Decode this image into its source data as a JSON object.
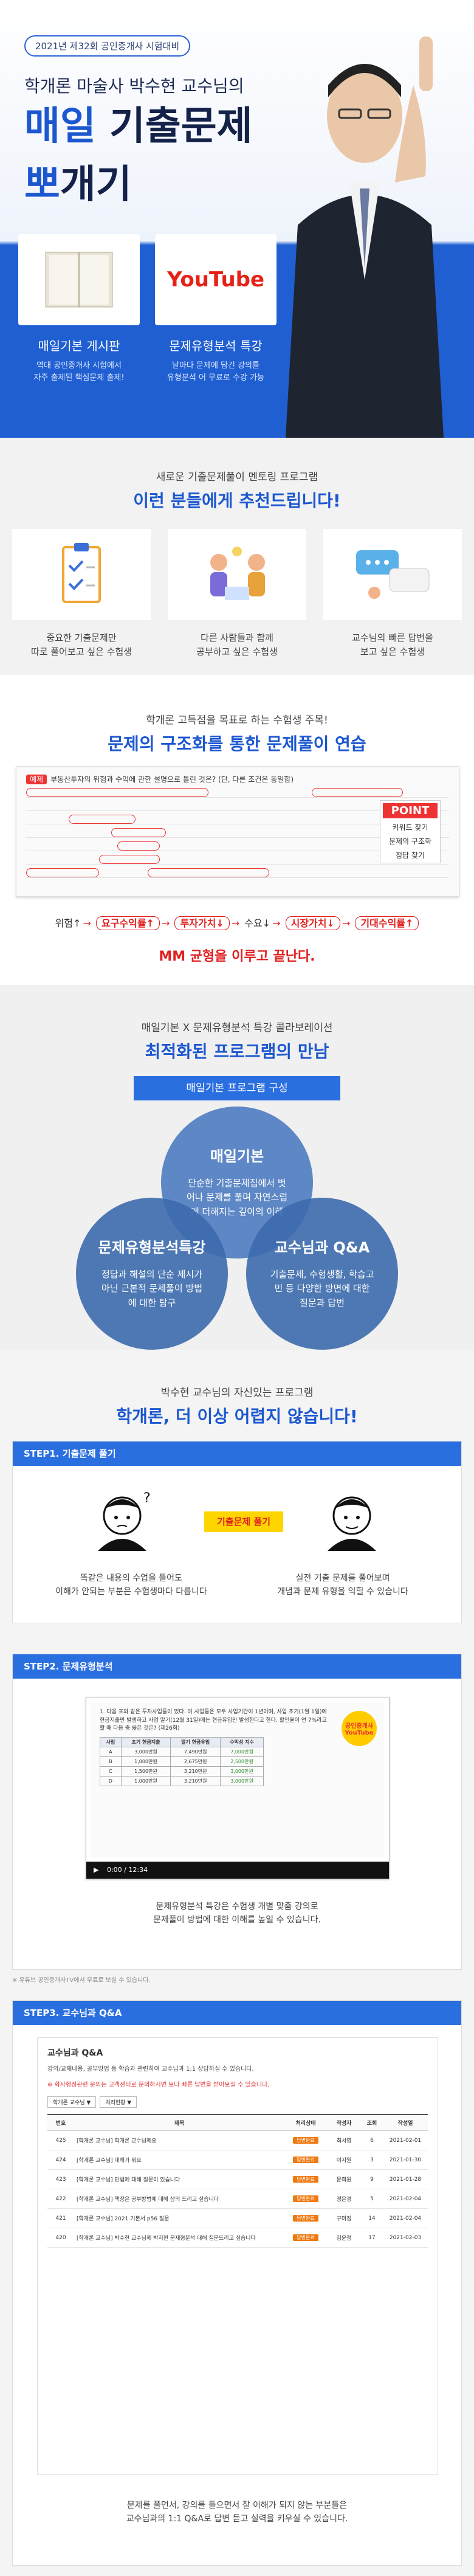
{
  "hero": {
    "badge": "2021년 제32회 공인중개사 시험대비",
    "subtitle": "학개론 마술사 박수현 교수님의",
    "title_line1_a": "매일 ",
    "title_line1_b": "기출문제",
    "title_line2_a": "뽀",
    "title_line2_b": "개기",
    "cards": [
      {
        "title": "매일기본 게시판",
        "desc": "역대 공인중개사 시험에서\n자주 출제된 핵심문제 출제!"
      },
      {
        "title": "문제유형분석 특강",
        "desc": "날마다 문제에 담긴 강의를\n유형분석 어 무료로 수강 가능"
      }
    ],
    "youtube_label": "YouTube"
  },
  "recommend": {
    "subtitle": "새로운 기출문제풀이 멘토링 프로그램",
    "title": "이런 분들에게 추천드립니다!",
    "items": [
      {
        "text": "중요한 기출문제만\n따로 풀어보고 싶은 수험생",
        "icon": "checklist-icon"
      },
      {
        "text": "다른 사람들과 함께\n공부하고 싶은 수험생",
        "icon": "study-group-icon"
      },
      {
        "text": "교수님의 빠른 답변을\n보고 싶은 수험생",
        "icon": "chat-icon"
      }
    ]
  },
  "structure": {
    "subtitle": "학개론 고득점을 목표로 하는 수험생 주목!",
    "title": "문제의 구조화를 통한 문제풀이 연습",
    "example_tag": "예제",
    "question": "부동산투자의 위험과 수익에 관한 설명으로 틀린 것은? (단, 다른 조건은 동일함)",
    "point_title": "POINT",
    "point_items": [
      "키워드 찾기",
      "문제의 구조화",
      "정답 찾기"
    ],
    "flow": {
      "w1": "위험↑",
      "r1": "요구수익률↑",
      "r2": "투자가치↓",
      "w2": "수요↓",
      "r3": "시장가치↓",
      "r4": "기대수익률↑"
    },
    "summary": "MM 균형을 이루고 끝난다."
  },
  "collab": {
    "subtitle": "매일기본 X 문제유형분석 특강 콜라보레이션",
    "title": "최적화된 프로그램의 만남",
    "banner": "매일기본 프로그램 구성",
    "circles": [
      {
        "title": "매일기본",
        "desc": "단순한 기출문제집에서 벗어나 문제를 풀며 자연스럽게 더해지는 깊이의 이해"
      },
      {
        "title": "문제유형분석특강",
        "desc": "정답과 해설의 단순 제시가 아닌 근본적 문제풀이 방법에 대한 탐구"
      },
      {
        "title": "교수님과 Q&A",
        "desc": "기출문제, 수험생활, 학습고민 등 다양한 방면에 대한 질문과 답변"
      }
    ]
  },
  "steps": {
    "subtitle": "박수현 교수님의 자신있는 프로그램",
    "title": "학개론, 더 이상 어렵지 않습니다!",
    "step1": {
      "head": "STEP1. 기출문제 풀기",
      "mid": "기출문제 풀기",
      "left_text": "똑같은 내용의 수업을 들어도\n이해가 안되는 부분은 수험생마다 다릅니다",
      "right_text": "실전 기출 문제를 풀어보며\n개념과 문제 유형을 익힐 수 있습니다"
    },
    "step2": {
      "head": "STEP2. 문제유형분석",
      "video_title": "1. 다음 표와 같은 투자사업들이 있다. 이 사업들은 모두 사업기간이 1년이며, 사업 초기(1월 1일)에 현금지출만 발생하고 사업 말기(12월 31일)에는 현금유입만 발생한다고 한다. 할인율이 연 7%라고 할 때 다음 중 옳은 것은? (제26회)",
      "table_headers": [
        "사업",
        "초기 현금지출",
        "말기 현금유입",
        "수익성 지수"
      ],
      "table_rows": [
        [
          "A",
          "3,000만원",
          "7,490만원",
          "7,000만원"
        ],
        [
          "B",
          "1,000만원",
          "2,675만원",
          "2,500만원"
        ],
        [
          "C",
          "1,500만원",
          "3,210만원",
          "3,000만원"
        ],
        [
          "D",
          "1,000만원",
          "3,210만원",
          "3,000만원"
        ]
      ],
      "badge": "공인중개사 YouTube",
      "video_time": "0:00 / 12:34",
      "text": "문제유형분석 특강은 수험생 개별 맞춤 강의로\n문제풀이 방법에 대한 이해를 높일 수 있습니다.",
      "note": "※ 유튜브 공인중개사TV에서 무료로 보실 수 있습니다."
    },
    "step3": {
      "head": "STEP3. 교수님과 Q&A",
      "qa_title": "교수님과 Q&A",
      "qa_intro": "강의/교재내용, 공부방법 등 학습과 관련하여 교수님과 1:1 상담하실 수 있습니다.",
      "qa_note": "※ 학사행정관련 문의는 고객센터로 문의하시면 보다 빠른 답변을 받아보실 수 있습니다.",
      "filter1": "학개론 교수님 ▼",
      "filter2": "처리현황 ▼",
      "headers": [
        "번호",
        "제목",
        "처리상태",
        "작성자",
        "조회",
        "작성일"
      ],
      "rows": [
        [
          "425",
          "[학개론 교수님] 학개론 교수님께요",
          "답변완료",
          "최서영",
          "6",
          "2021-02-01"
        ],
        [
          "424",
          "[학개론 교수님] 대해가 뭐요",
          "답변완료",
          "이지원",
          "3",
          "2021-01-30"
        ],
        [
          "423",
          "[학개론 교수님] 민법에 대해 질문이 있습니다",
          "답변완료",
          "문희원",
          "9",
          "2021-01-28"
        ],
        [
          "422",
          "[학개론 교수님] 책장은 공부방법에 대해 상의 드리고 싶습니다",
          "답변완료",
          "정은경",
          "5",
          "2021-02-04"
        ],
        [
          "421",
          "[학개론 교수님] 2021 기본서 p56 질문",
          "답변완료",
          "구미정",
          "14",
          "2021-02-04"
        ],
        [
          "420",
          "[학개론 교수님] 박수현 교수님께 박지현 문제형분석 대해 질문드리고 싶습니다",
          "답변완료",
          "김윤정",
          "17",
          "2021-02-03"
        ]
      ],
      "text": "문제를 풀면서, 강의를 들으면서 잘 이해가 되지 않는 부분들은\n교수님과의 1:1 Q&A로 답변 듣고 실력을 키우실 수 있습니다."
    }
  },
  "colors": {
    "primary": "#1c57d0",
    "hero_blue": "#1f5fd1",
    "accent_red": "#e02020",
    "step_blue": "#2a6fe0",
    "highlight_yellow": "#ffd500"
  }
}
